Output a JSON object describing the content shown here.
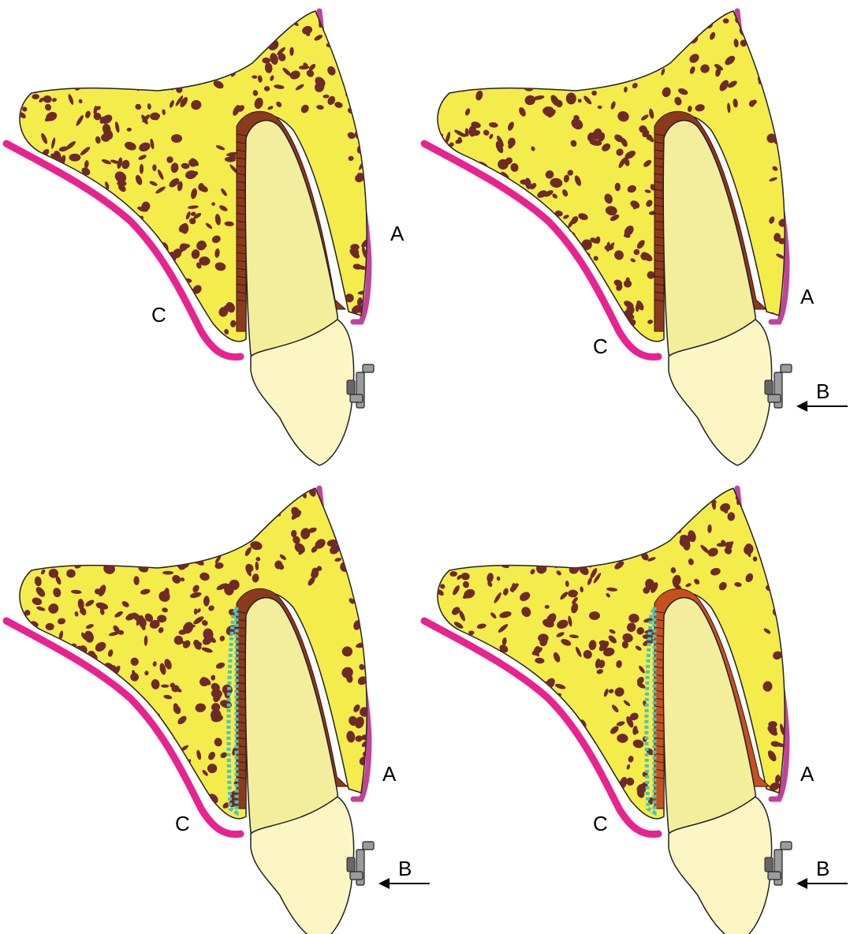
{
  "colors": {
    "bone": "#f4ec4a",
    "bone_outline": "#222222",
    "marrow": "#6e2a27",
    "root": "#f3ee9c",
    "crown": "#fbf6c4",
    "ligament": "#8c3a1e",
    "ligament_light": "#c8501e",
    "mucosa_palatal": "#e8238f",
    "mucosa_labial": "#c0439a",
    "osteoid": "#47c2c0",
    "bracket": "#9b9b9b"
  },
  "panels": [
    {
      "label_a": "A",
      "label_b": "",
      "label_c": "C",
      "force": false,
      "deposition": false,
      "stretch": 0.0
    },
    {
      "label_a": "A",
      "label_b": "B",
      "label_c": "C",
      "force": true,
      "deposition": false,
      "stretch": 0.5
    },
    {
      "label_a": "A",
      "label_b": "B",
      "label_c": "C",
      "force": true,
      "deposition": true,
      "stretch": 0.3
    },
    {
      "label_a": "A",
      "label_b": "B",
      "label_c": "C",
      "force": true,
      "deposition": true,
      "stretch": 1.0
    }
  ]
}
